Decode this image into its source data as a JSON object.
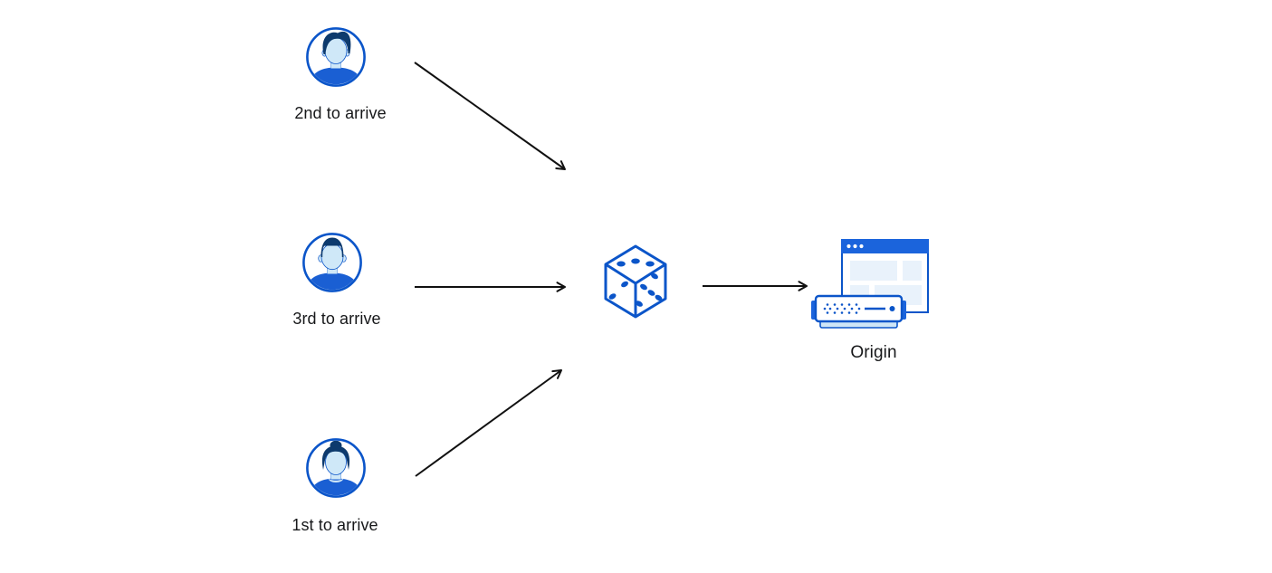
{
  "page": {
    "background": "#ffffff",
    "type": "flow-diagram"
  },
  "colors": {
    "primary_blue": "#0b55c9",
    "titlebar_blue": "#1b64dc",
    "shirt_blue": "#1a5fd3",
    "hair_navy": "#0d3a6d",
    "skin_light_blue": "#cfe8f8",
    "panel_light_blue": "#e9f2fb",
    "server_base_blue": "#cfe6f7",
    "arrow_color": "#111111",
    "label_color": "#17181a"
  },
  "nodes": {
    "visitor_top": {
      "label": "2nd to arrive",
      "icon": "male-avatar-icon"
    },
    "visitor_middle": {
      "label": "3rd to arrive",
      "icon": "male-avatar-icon"
    },
    "visitor_bottom": {
      "label": "1st to arrive",
      "icon": "female-avatar-icon"
    },
    "dice": {
      "label": "",
      "icon": "dice-icon"
    },
    "origin": {
      "label": "Origin",
      "icon": "origin-server-icon"
    }
  },
  "edges": [
    {
      "from": "visitor_top",
      "to": "dice"
    },
    {
      "from": "visitor_middle",
      "to": "dice"
    },
    {
      "from": "visitor_bottom",
      "to": "dice"
    },
    {
      "from": "dice",
      "to": "origin"
    }
  ]
}
